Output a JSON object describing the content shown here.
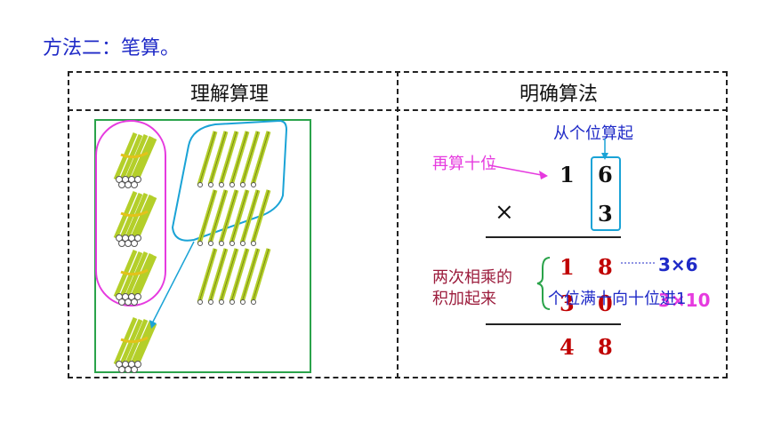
{
  "title": "方法二：笔算。",
  "table": {
    "left_header": "理解算理",
    "right_header": "明确算法"
  },
  "algorithm": {
    "start_note": "从个位算起",
    "tens_note": "再算十位",
    "multiplicand_tens": "1",
    "multiplicand_ones": "6",
    "times_sign": "×",
    "multiplier": "3",
    "partial1_tens": "1",
    "partial1_ones": "8",
    "partial1_note": "3×6",
    "partial2_tens": "3",
    "partial2_ones": "0",
    "partial2_note": "3×10",
    "carry_note": "个位满十向十位进1",
    "sum_note_line1": "两次相乘的",
    "sum_note_line2": "积加起来",
    "result_tens": "4",
    "result_ones": "8"
  },
  "colors": {
    "blue": "#1f2ac7",
    "magenta": "#e63adf",
    "green_frame": "#2aa34a",
    "stick": "#b4cf2a",
    "result_red": "#c00000"
  }
}
